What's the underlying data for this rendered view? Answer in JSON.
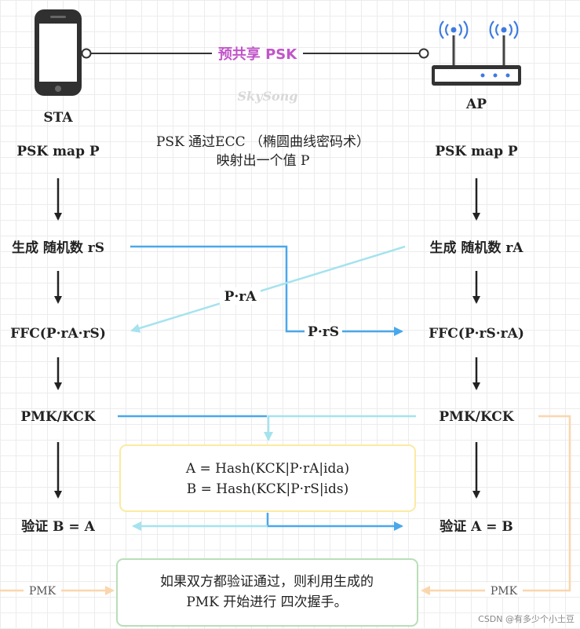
{
  "psk_label": "预共享 PSK",
  "watermark": "SkySong",
  "sta": {
    "label": "STA",
    "map": "PSK map P",
    "gen": "生成 随机数 rS",
    "ffc": "FFC(P·rA·rS)",
    "pmk": "PMK/KCK",
    "verify": "验证 B = A"
  },
  "ap": {
    "label": "AP",
    "map": "PSK map P",
    "gen": "生成 随机数 rA",
    "ffc": "FFC(P·rS·rA)",
    "pmk": "PMK/KCK",
    "verify": "验证 A = B"
  },
  "note": {
    "line1": "PSK 通过ECC （椭圆曲线密码术）",
    "line2": "映射出一个值 P"
  },
  "exchange": {
    "pra": "P·rA",
    "prs": "P·rS"
  },
  "hash_box": {
    "line1": "A = Hash(KCK|P·rA|ida)",
    "line2": "B = Hash(KCK|P·rS|ids)"
  },
  "final_box": {
    "line1": "如果双方都验证通过，则利用生成的",
    "line2": "PMK 开始进行 四次握手。"
  },
  "pmk_left": "PMK",
  "pmk_right": "PMK",
  "credit": "CSDN @有多少个小土豆",
  "colors": {
    "blue": "#4aa8ea",
    "light_blue": "#a5e3ee",
    "peach": "#fbd6ad",
    "psk_purple": "#c155c9",
    "hash_border": "#fbeaa2",
    "final_border": "#b9deb9"
  }
}
